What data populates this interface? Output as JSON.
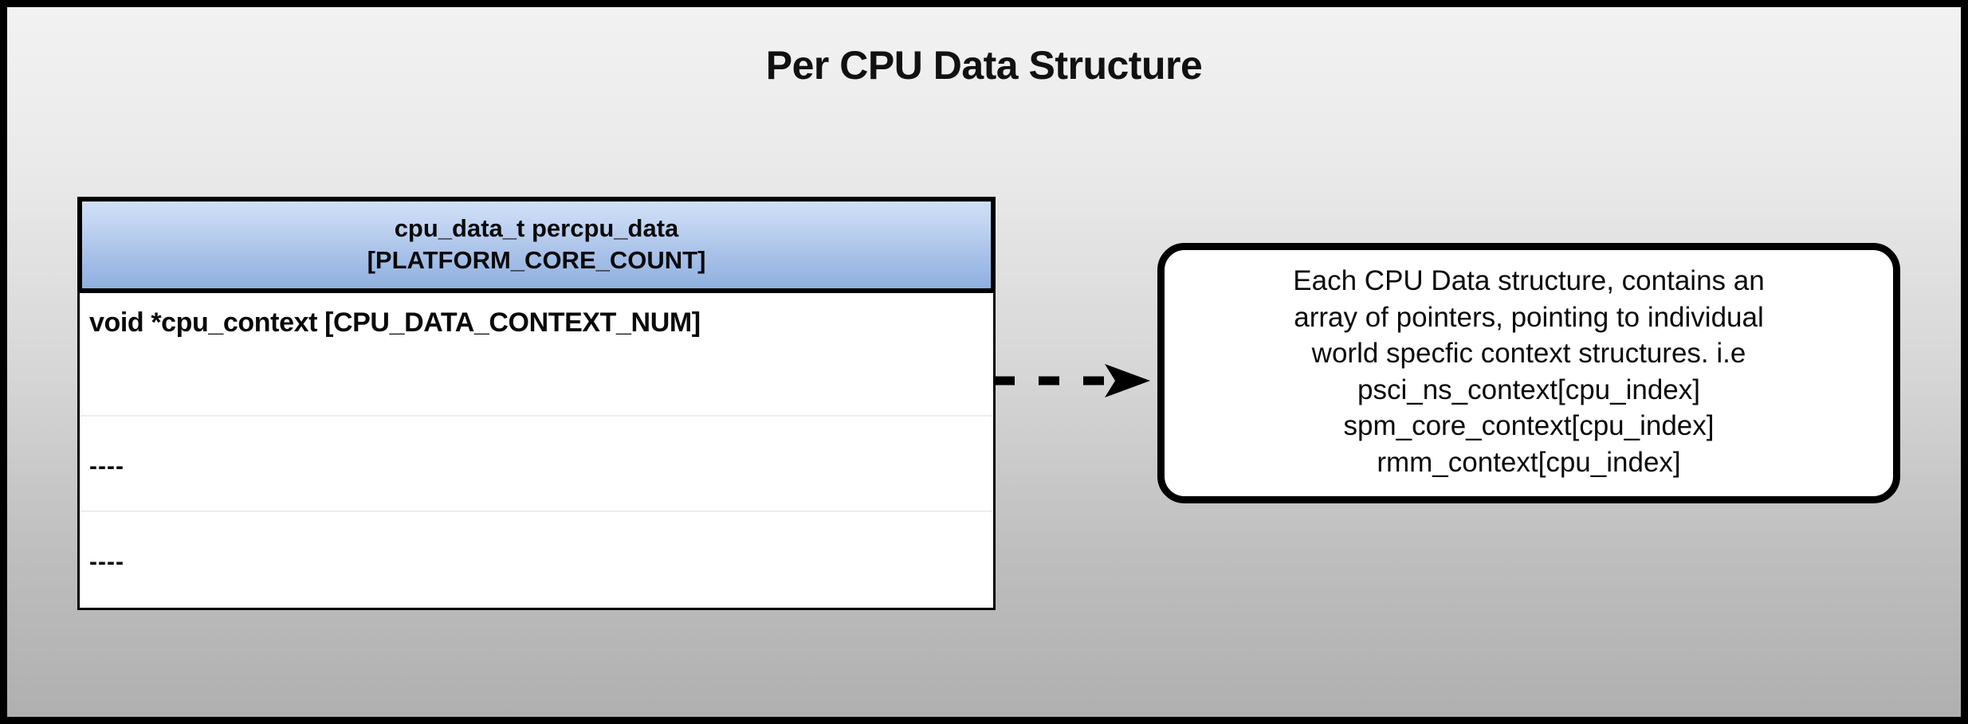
{
  "title": "Per CPU Data Structure",
  "struct_table": {
    "header_lines": [
      "cpu_data_t percpu_data",
      "[PLATFORM_CORE_COUNT]"
    ],
    "rows": [
      {
        "text": "void *cpu_context [CPU_DATA_CONTEXT_NUM]"
      },
      {
        "text": "----"
      },
      {
        "text": "----"
      }
    ],
    "header_gradient_top": "#cfdff7",
    "header_gradient_bottom": "#8eb0de",
    "border_color": "#000000"
  },
  "connector": {
    "icon": "dashed-arrow-right-icon",
    "style": "dashed",
    "direction": "right",
    "color": "#000000"
  },
  "callout": {
    "lines": [
      "Each CPU Data structure, contains an",
      "array of pointers, pointing to individual",
      "world specfic context structures. i.e",
      "psci_ns_context[cpu_index]",
      "spm_core_context[cpu_index]",
      "rmm_context[cpu_index]"
    ],
    "border_color": "#000000",
    "background": "#ffffff"
  },
  "canvas": {
    "background_top": "#f2f2f2",
    "background_bottom": "#b0b0b0",
    "border_color": "#000000"
  }
}
